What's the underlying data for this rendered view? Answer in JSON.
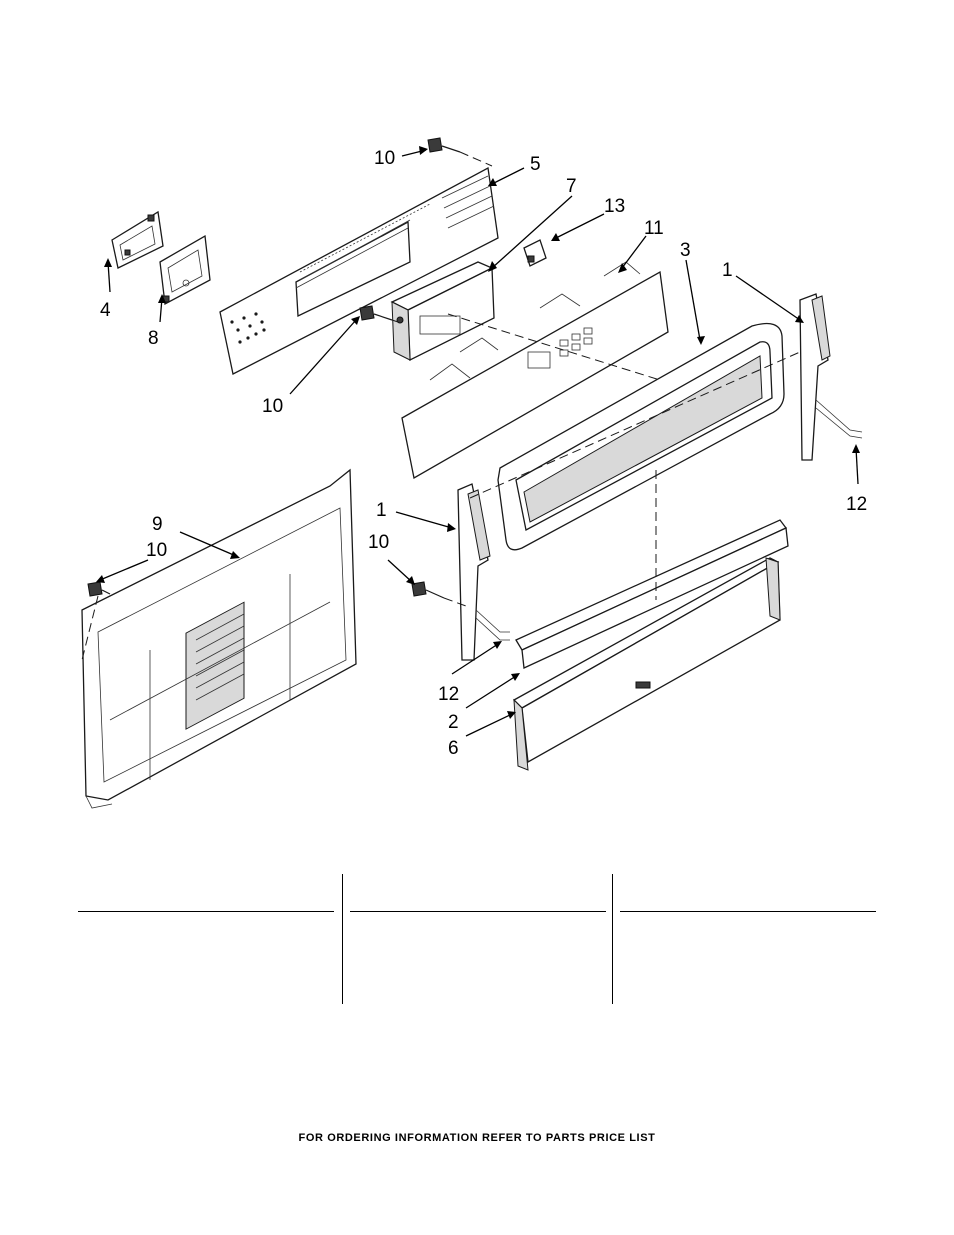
{
  "callouts": {
    "c10_top": "10",
    "c5": "5",
    "c7": "7",
    "c13": "13",
    "c11": "11",
    "c3": "3",
    "c1_right": "1",
    "c4": "4",
    "c8": "8",
    "c10_mid": "10",
    "c12_right": "12",
    "c1_left": "1",
    "c9": "9",
    "c10_left": "10",
    "c10_bracket": "10",
    "c12_left": "12",
    "c2": "2",
    "c6": "6"
  },
  "footer": {
    "text": "FOR ORDERING INFORMATION REFER TO PARTS PRICE LIST"
  }
}
